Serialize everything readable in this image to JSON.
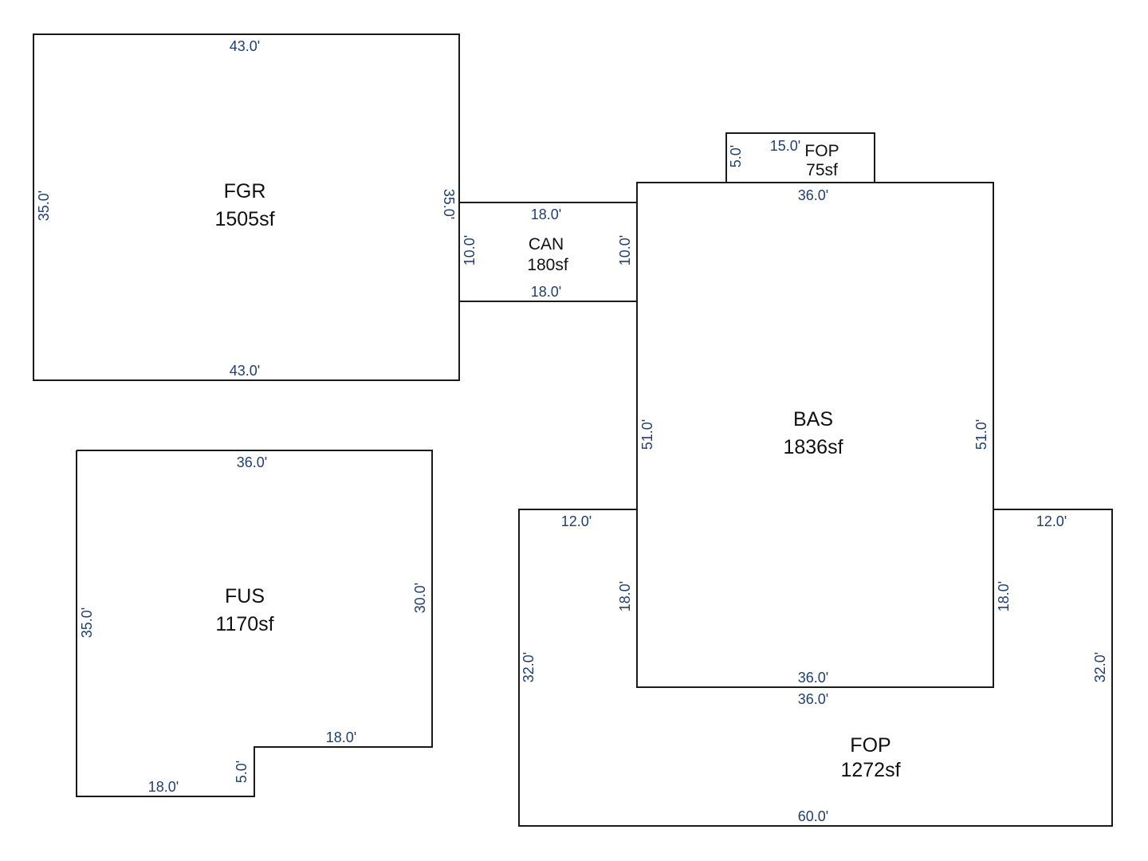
{
  "colors": {
    "outline": "#1a1a1a",
    "label": "#111111",
    "dimension": "#1f3f73"
  },
  "areas": {
    "fgr": {
      "code": "FGR",
      "area": "1505sf",
      "top": "43.0'",
      "bottom": "43.0'",
      "left": "35.0'",
      "right": "35.0'"
    },
    "can": {
      "code": "CAN",
      "area": "180sf",
      "top": "18.0'",
      "bottom": "18.0'",
      "left": "10.0'",
      "right": "10.0'"
    },
    "fop_small": {
      "code": "FOP",
      "area": "75sf",
      "top": "15.0'",
      "left": "5.0'"
    },
    "bas": {
      "code": "BAS",
      "area": "1836sf",
      "top": "36.0'",
      "bottom": "36.0'",
      "left": "51.0'",
      "right": "51.0'"
    },
    "fus": {
      "code": "FUS",
      "area": "1170sf",
      "top": "36.0'",
      "left": "35.0'",
      "right": "30.0'",
      "bottom_left": "18.0'",
      "notch_height": "5.0'",
      "bottom_right": "18.0'"
    },
    "fop_large": {
      "code": "FOP",
      "area": "1272sf",
      "top_left": "12.0'",
      "top_right": "12.0'",
      "inner_left": "18.0'",
      "inner_right": "18.0'",
      "left": "32.0'",
      "right": "32.0'",
      "top_middle": "36.0'",
      "bottom": "60.0'"
    }
  }
}
